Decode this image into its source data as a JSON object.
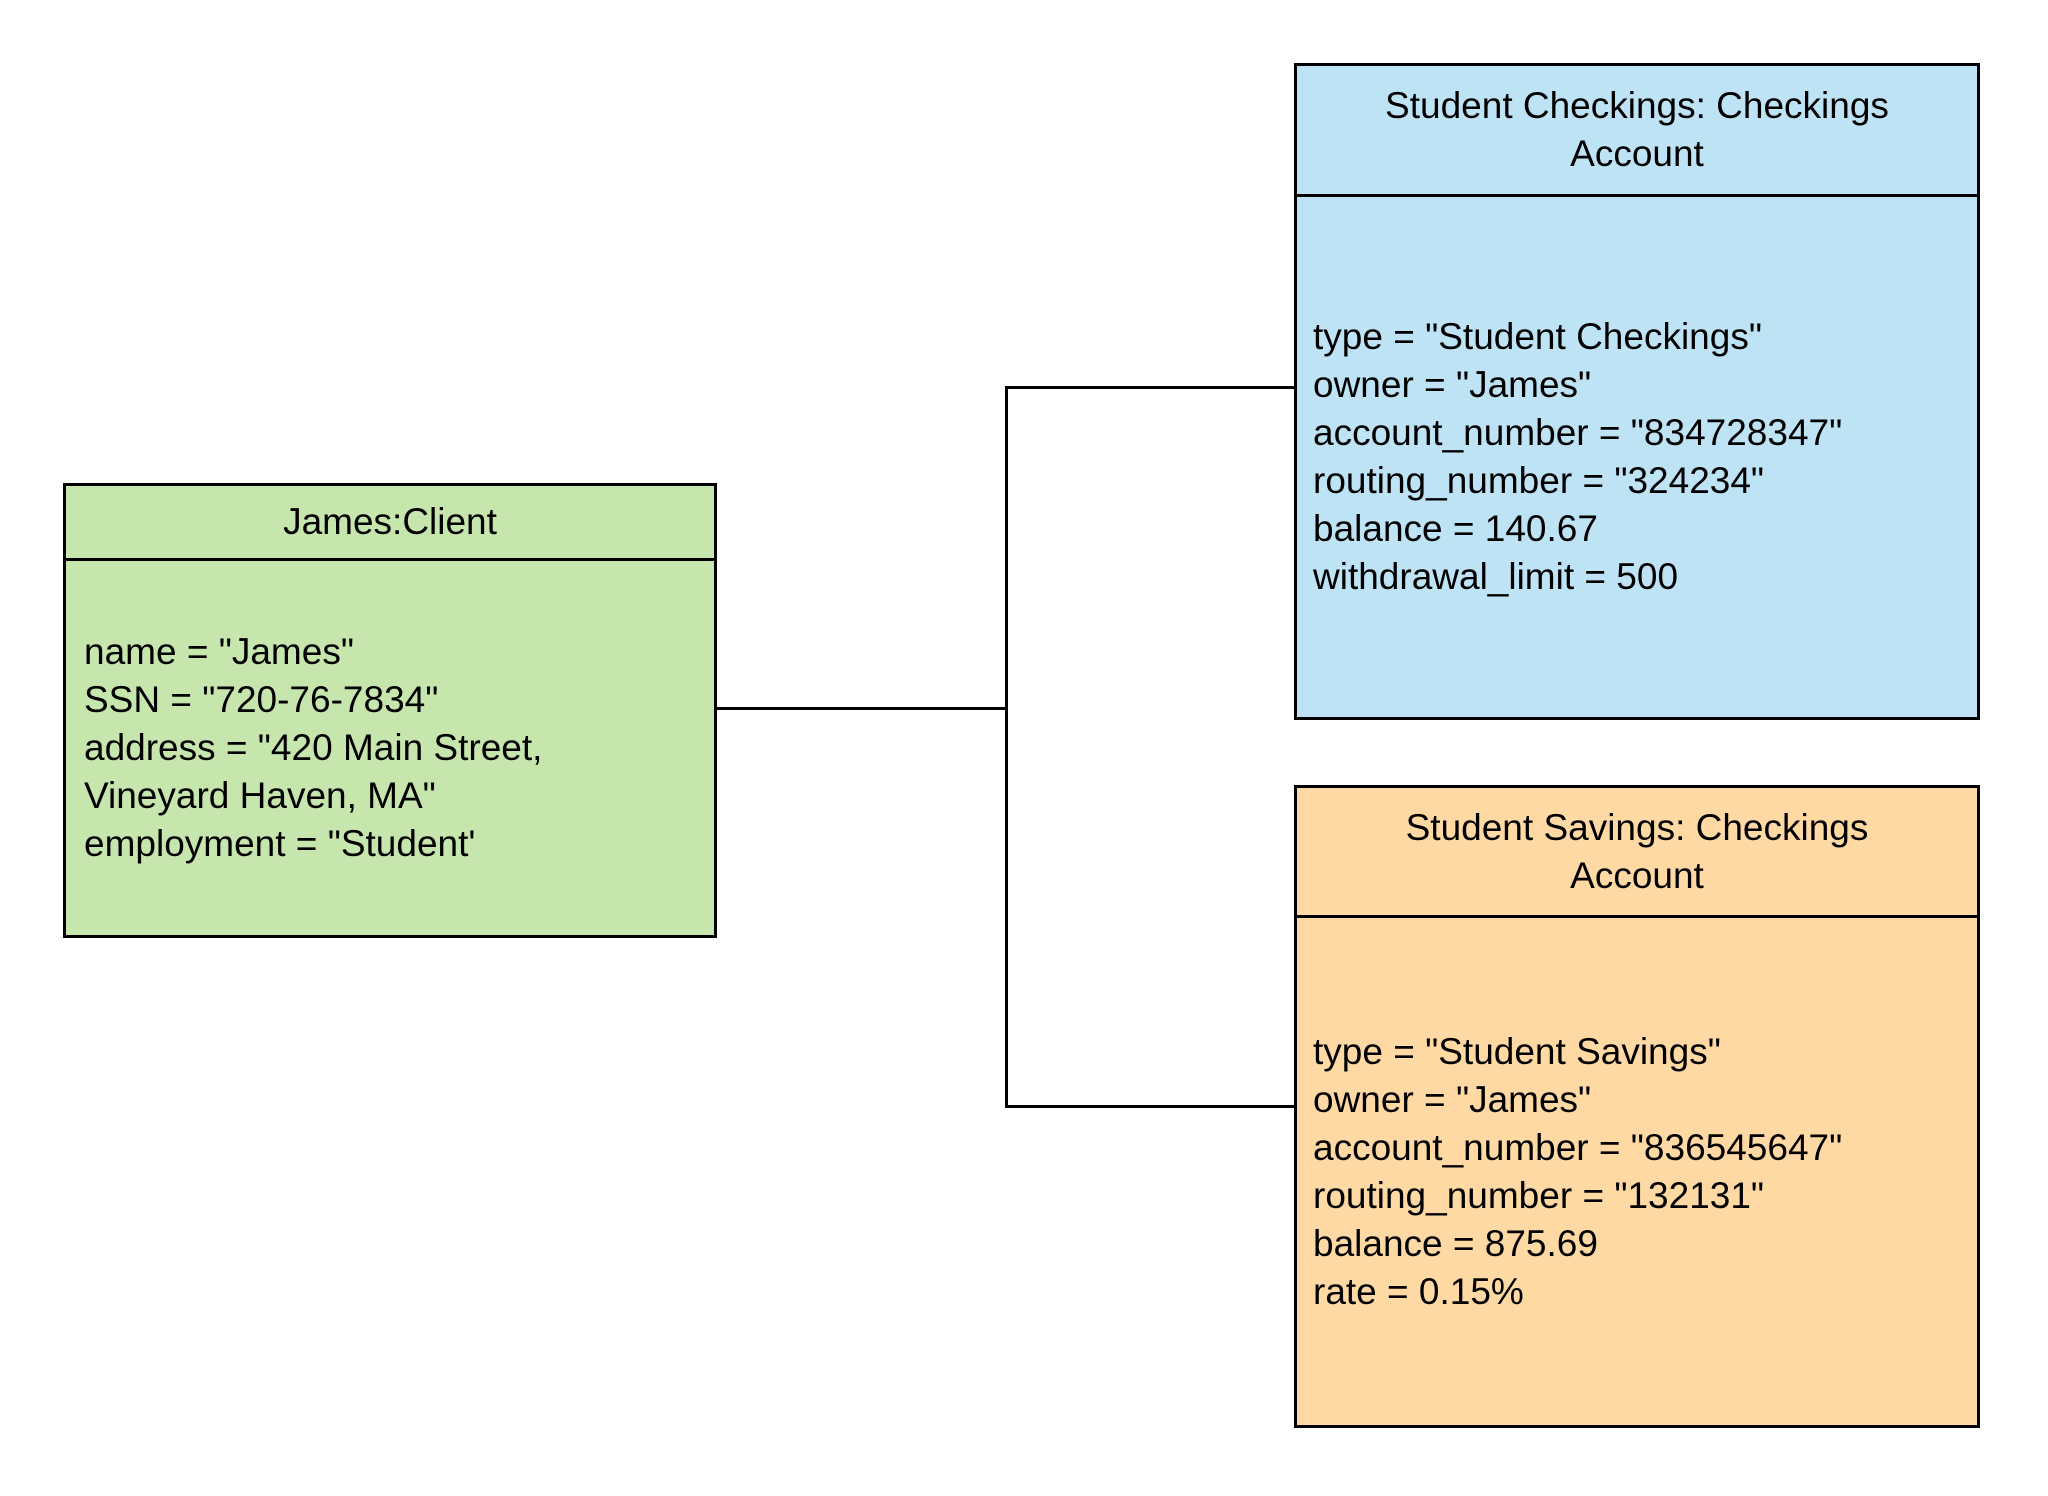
{
  "diagram": {
    "background_color": "#ffffff",
    "line_color": "#000000",
    "text_color": "#000000",
    "nodes": [
      {
        "id": "client",
        "title": "James:Client",
        "fill_color": "#c6e6ad",
        "attributes": [
          "name = \"James\"",
          "SSN = \"720-76-7834\"",
          "address = \"420 Main Street, Vineyard Haven, MA\"",
          "employment = \"Student'"
        ]
      },
      {
        "id": "student-checkings-account",
        "title": "Student Checkings: Checkings Account",
        "fill_color": "#bee3f4",
        "attributes": [
          "type = \"Student Checkings\"",
          "owner = \"James\"",
          "account_number = \"834728347\"",
          "routing_number = \"324234\"",
          "balance = 140.67",
          "withdrawal_limit = 500"
        ]
      },
      {
        "id": "student-savings-account",
        "title": "Student Savings: Checkings Account",
        "fill_color": "#fed9a3",
        "attributes": [
          "type = \"Student Savings\"",
          "owner = \"James\"",
          "account_number = \"836545647\"",
          "routing_number = \"132131\"",
          "balance = 875.69",
          "rate = 0.15%"
        ]
      }
    ]
  }
}
